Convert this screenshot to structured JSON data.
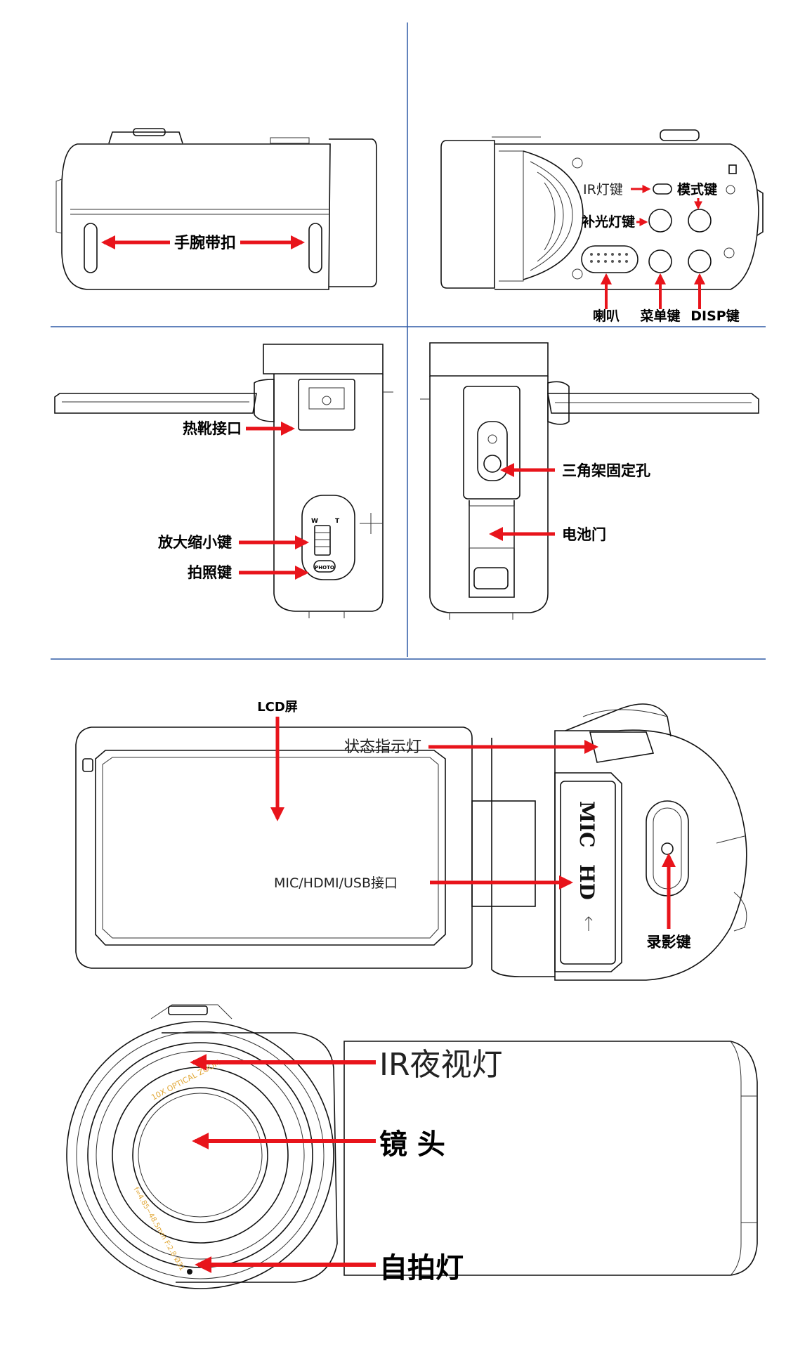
{
  "panels": {
    "top_left": {
      "wrist_strap_label": "手腕带扣"
    },
    "top_right": {
      "ir_key_label": "IR灯键",
      "mode_key_label": "模式键",
      "fill_light_key_label": "补光灯键",
      "speaker_label": "喇叭",
      "menu_key_label": "菜单键",
      "disp_key_label": "DISP键"
    },
    "mid_left": {
      "hot_shoe_label": "热靴接口",
      "zoom_key_label": "放大缩小键",
      "photo_key_label": "拍照键",
      "zoom_w": "W",
      "zoom_t": "T",
      "photo_btn_text": "PHOTO"
    },
    "mid_right": {
      "tripod_label": "三角架固定孔",
      "battery_door_label": "电池门"
    },
    "bottom_side": {
      "lcd_label": "LCD屏",
      "status_light_label": "状态指示灯",
      "ports_label": "MIC/HDMI/USB接口",
      "record_key_label": "录影键",
      "port_mic": "MIC",
      "port_hd": "HD"
    },
    "front": {
      "ir_night_light_label": "IR夜视灯",
      "lens_label": "镜 头",
      "self_timer_label": "自拍灯",
      "lens_ring_top": "10X OPTICAL ZOOM",
      "lens_ring_bottom": "f=4.85~48.5mm F:2.8 Ø31"
    }
  },
  "colors": {
    "arrow": "#e8141b",
    "divider": "#2f5aa6",
    "lens_text": "#e2a93a"
  }
}
